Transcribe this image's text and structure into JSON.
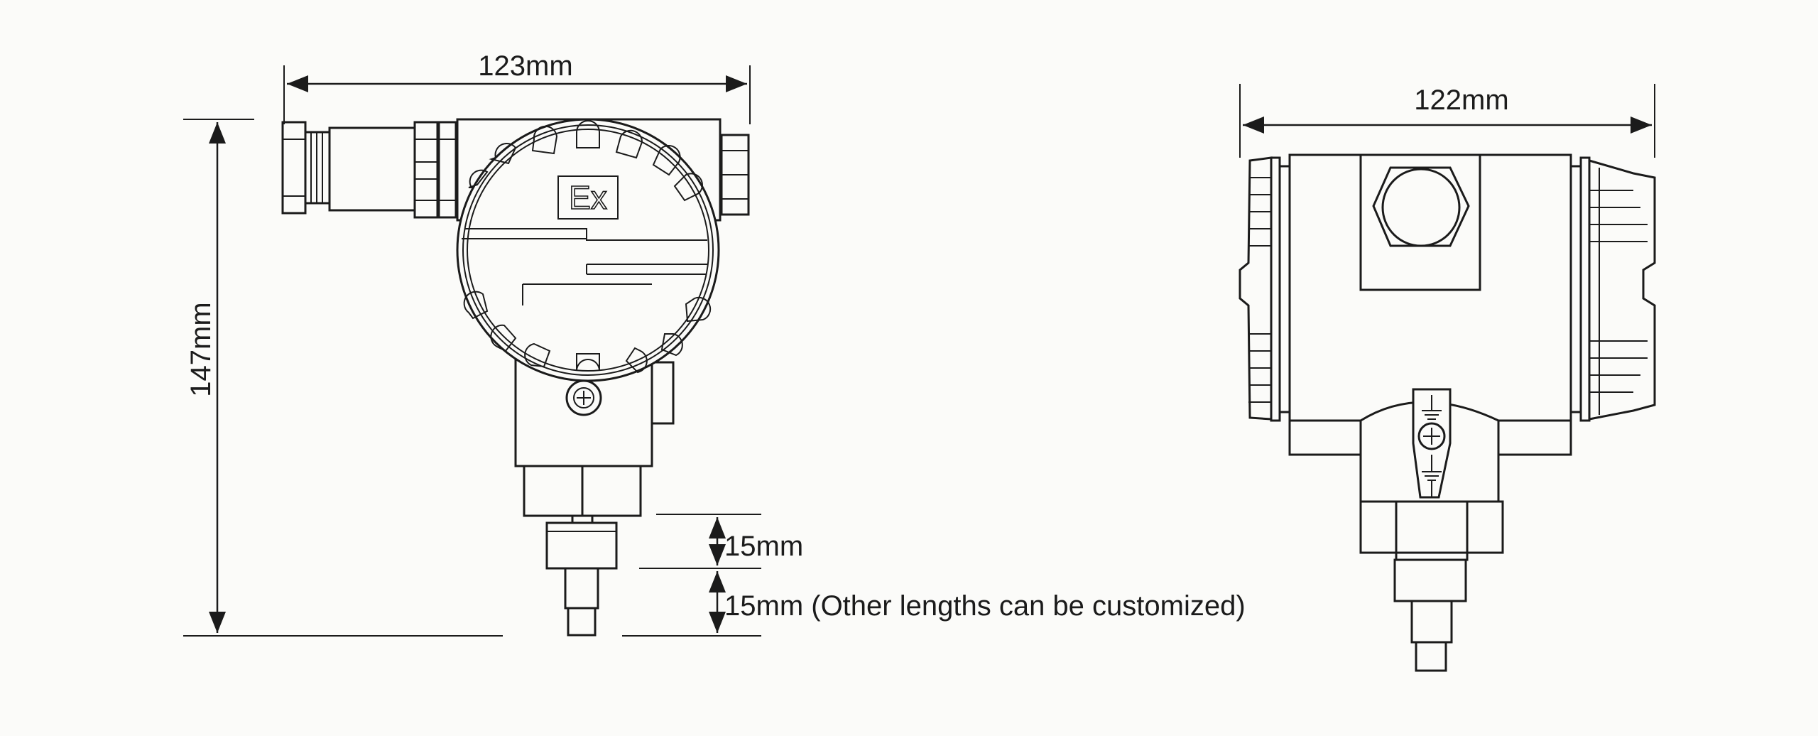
{
  "front_view": {
    "width_label": "123mm",
    "height_label": "147mm",
    "ex_mark": "Ex",
    "segment_1_label": "15mm",
    "segment_2_label": "15mm (Other lengths can be customized)"
  },
  "side_view": {
    "width_label": "122mm"
  }
}
